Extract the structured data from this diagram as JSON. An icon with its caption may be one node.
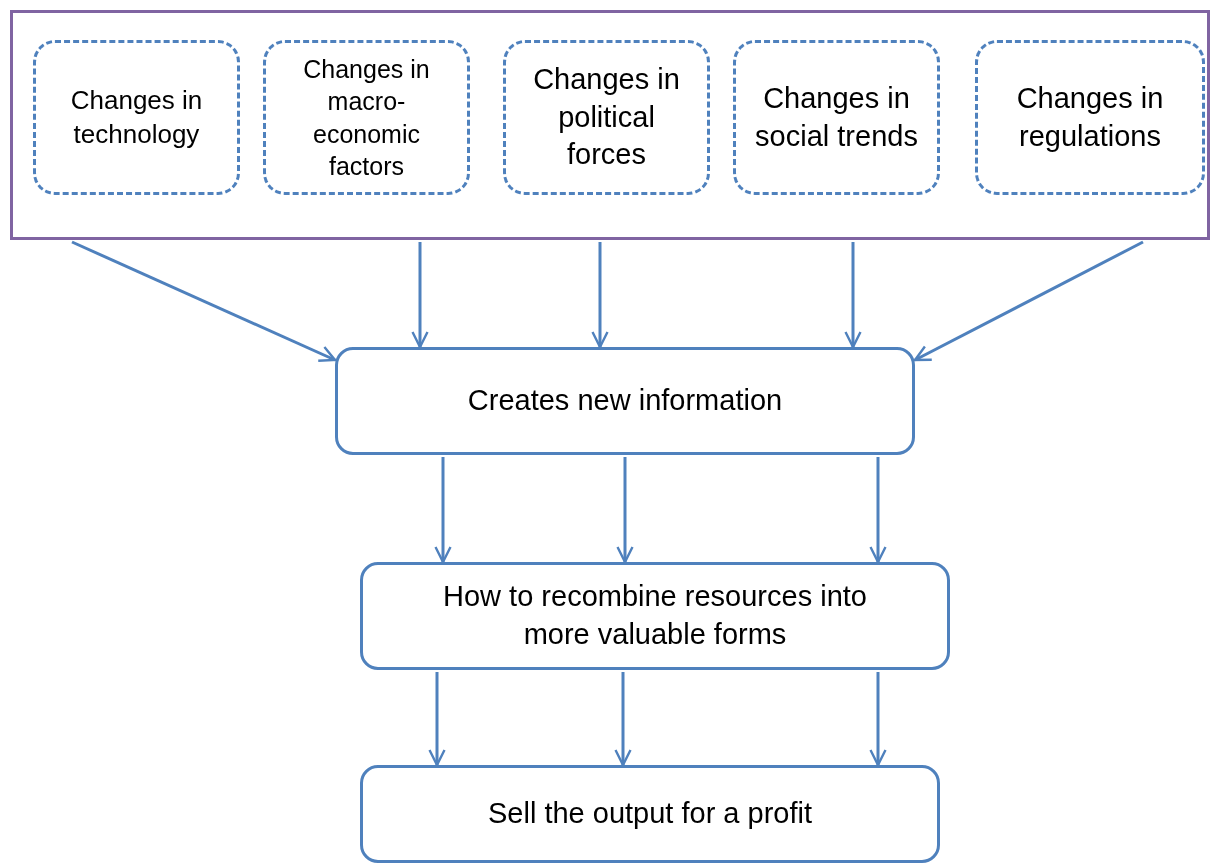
{
  "diagram": {
    "nodes": [
      {
        "text": [],
        "shape": "box"
      },
      {
        "text": [
          "Changes in technology"
        ],
        "in": 0
      },
      {
        "text": [
          "Changes in macro-economic factors"
        ],
        "in": 0
      },
      {
        "text": [
          "Changes in political forces"
        ],
        "in": 0
      },
      {
        "text": [
          "Changes in social trends"
        ],
        "in": 0
      },
      {
        "text": [
          "Changes in regulations"
        ],
        "in": 0
      },
      {
        "text": [
          "Creates new  information"
        ]
      },
      {
        "text": [
          "How to recombine resources into more valuable  forms"
        ]
      },
      {
        "text": [
          "Sell the output for a profit"
        ]
      }
    ],
    "edges": [
      {
        "from": 0,
        "to": 6,
        "arrow": "to"
      },
      {
        "from": 0,
        "to": 6,
        "arrow": "to"
      },
      {
        "from": 0,
        "to": 6,
        "arrow": "to"
      },
      {
        "from": 0,
        "to": 6,
        "arrow": "to"
      },
      {
        "from": 0,
        "to": 6,
        "arrow": "to"
      },
      {
        "from": 6,
        "to": 7,
        "arrow": "to"
      },
      {
        "from": 6,
        "to": 7,
        "arrow": "to"
      },
      {
        "from": 6,
        "to": 7,
        "arrow": "to"
      },
      {
        "from": 7,
        "to": 8,
        "arrow": "to"
      },
      {
        "from": 7,
        "to": 8,
        "arrow": "to"
      },
      {
        "from": 7,
        "to": 8,
        "arrow": "to"
      }
    ]
  }
}
